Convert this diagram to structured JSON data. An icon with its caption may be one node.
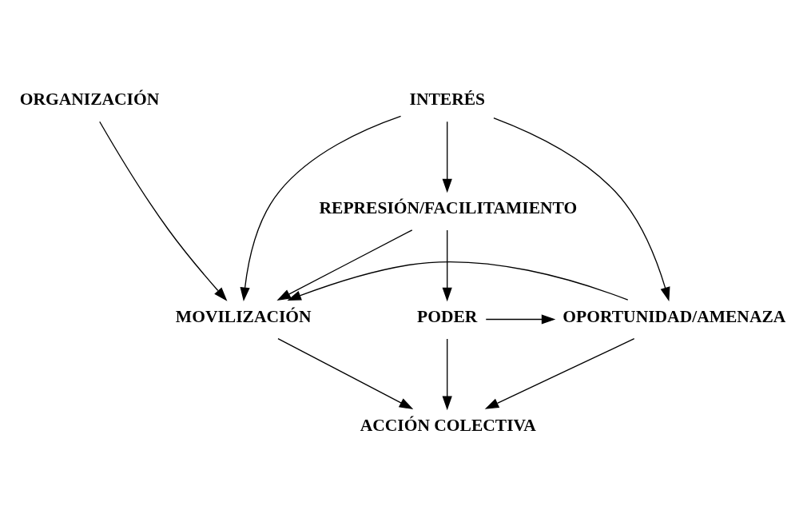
{
  "diagram": {
    "nodes": [
      {
        "text": [
          "ORGANIZACIÓN"
        ]
      },
      {
        "text": [
          "INTERÉS"
        ]
      },
      {
        "text": [
          "MOVILIZACIÓN"
        ]
      },
      {
        "text": [
          "REPRESIÓN/FACILITAMIENTO"
        ]
      },
      {
        "text": [
          "OPORTUNIDAD/AMENAZA"
        ]
      },
      {
        "text": [
          "PODER"
        ]
      },
      {
        "text": [
          "ACCIÓN COLECTIVA"
        ]
      }
    ],
    "edges": [
      {
        "from": 0,
        "to": 2,
        "arrow": "to"
      },
      {
        "from": 1,
        "to": 2,
        "arrow": "to"
      },
      {
        "from": 1,
        "to": 4,
        "arrow": "to"
      },
      {
        "from": 1,
        "to": 3,
        "arrow": "to"
      },
      {
        "from": 3,
        "to": 2,
        "arrow": "to"
      },
      {
        "from": 2,
        "to": 6,
        "arrow": "to"
      },
      {
        "from": 4,
        "to": 2,
        "arrow": "to"
      },
      {
        "from": 3,
        "to": 5,
        "arrow": "to"
      },
      {
        "from": 5,
        "to": 4,
        "arrow": "to"
      },
      {
        "from": 4,
        "to": 6,
        "arrow": "to"
      },
      {
        "from": 5,
        "to": 6,
        "arrow": "to"
      }
    ]
  }
}
